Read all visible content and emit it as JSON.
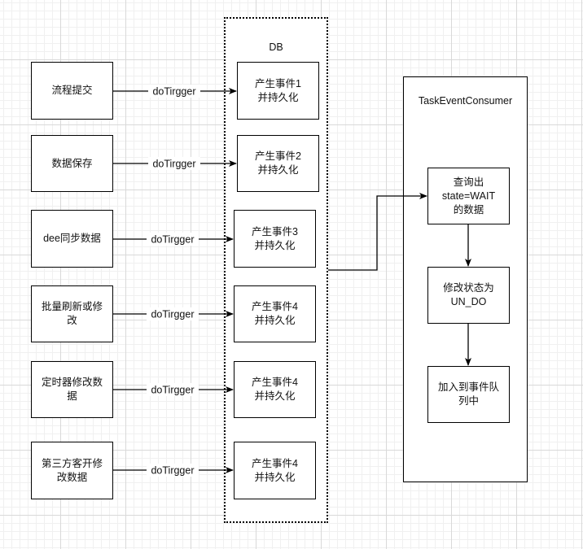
{
  "containers": {
    "db": {
      "title": "DB"
    },
    "consumer": {
      "title": "TaskEventConsumer"
    }
  },
  "sources": [
    {
      "label": "流程提交"
    },
    {
      "label": "数据保存"
    },
    {
      "label": "dee同步数据"
    },
    {
      "label": "批量刷新或修\n改"
    },
    {
      "label": "定时器修改数\n据"
    },
    {
      "label": "第三方客开修\n改数据"
    }
  ],
  "events": [
    {
      "label": "产生事件1\n并持久化"
    },
    {
      "label": "产生事件2\n并持久化"
    },
    {
      "label": "产生事件3\n并持久化"
    },
    {
      "label": "产生事件4\n并持久化"
    },
    {
      "label": "产生事件4\n并持久化"
    },
    {
      "label": "产生事件4\n并持久化"
    }
  ],
  "edge_label": "doTirgger",
  "consumer_steps": [
    {
      "label": "查询出\nstate=WAIT\n的数据"
    },
    {
      "label": "修改状态为\nUN_DO"
    },
    {
      "label": "加入到事件队\n列中"
    }
  ]
}
